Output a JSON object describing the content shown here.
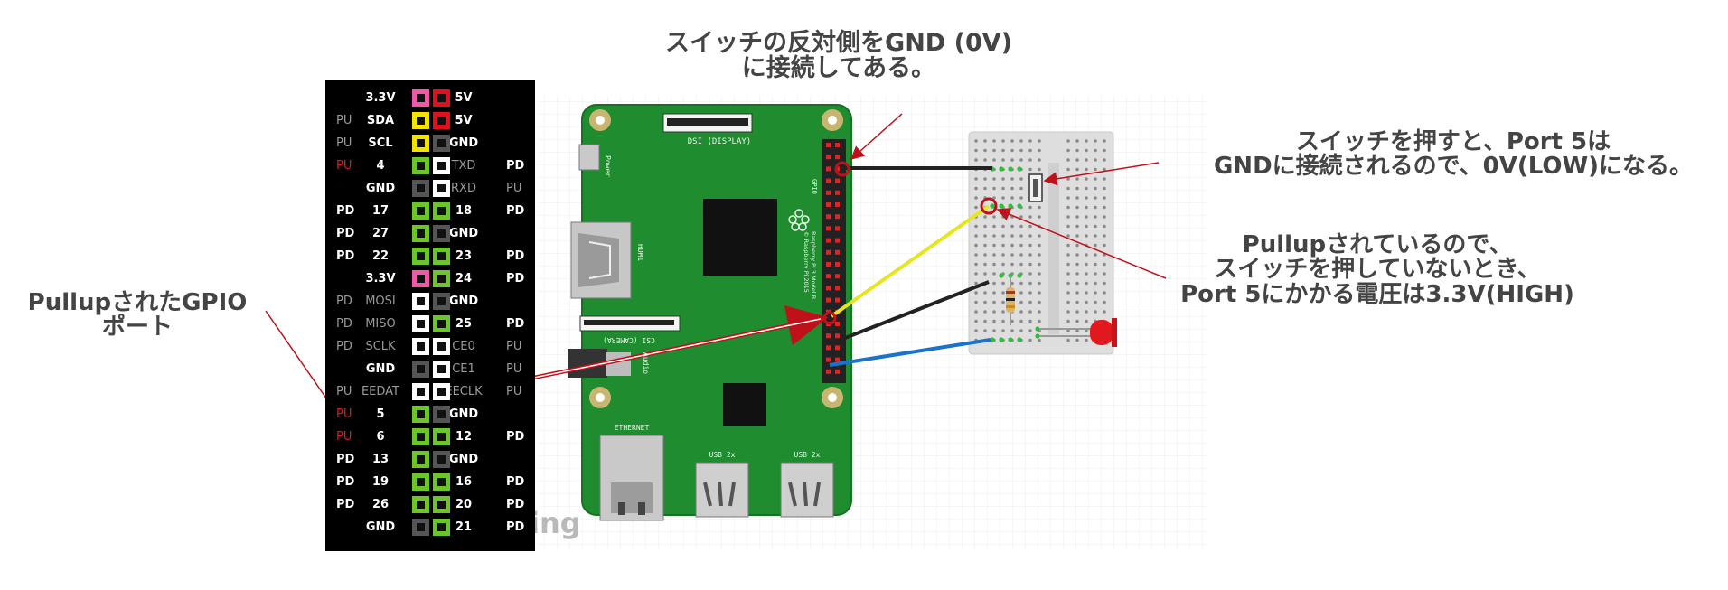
{
  "annotations": {
    "gnd": [
      "スイッチの反対側をGND (0V)",
      "に接続してある。"
    ],
    "pressed": [
      "スイッチを押すと、Port 5は",
      "GNDに接続されるので、0V(LOW)になる。"
    ],
    "pullup": [
      "Pullupされているので、",
      "スイッチを押していないとき、",
      "Port 5にかかる電圧は3.3V(HIGH)"
    ],
    "gpio": [
      "PullupされたGPIO",
      "ポート"
    ]
  },
  "board_labels": {
    "dsi": "DSI (DISPLAY)",
    "power": "Power",
    "hdmi": "HDMI",
    "csi": "CSI (CAMERA)",
    "audio": "Audio",
    "ethernet": "ETHERNET",
    "usb1": "USB 2x",
    "usb2": "USB 2x",
    "gpio": "GPIO",
    "model": "Raspberry Pi 3 Model B",
    "copyright": "© Raspberry Pi 2015"
  },
  "watermark": "ing",
  "pinout": [
    {
      "l_tag": "",
      "l_name": "3.3V",
      "sq1": "pink",
      "sq2": "red",
      "r_name": "5V",
      "r_tag": ""
    },
    {
      "l_tag": "PU",
      "l_name": "SDA",
      "sq1": "yellow",
      "sq2": "red",
      "r_name": "5V",
      "r_tag": ""
    },
    {
      "l_tag": "PU",
      "l_name": "SCL",
      "sq1": "yellow",
      "sq2": "gray",
      "r_name": "GND",
      "r_tag": ""
    },
    {
      "l_tag": "PU",
      "l_name": "4",
      "sq1": "green",
      "sq2": "white",
      "r_name": "TXD",
      "r_tag": "PD"
    },
    {
      "l_tag": "",
      "l_name": "GND",
      "sq1": "gray",
      "sq2": "white",
      "r_name": "RXD",
      "r_tag": "PU"
    },
    {
      "l_tag": "PD",
      "l_name": "17",
      "sq1": "green",
      "sq2": "green",
      "r_name": "18",
      "r_tag": "PD"
    },
    {
      "l_tag": "PD",
      "l_name": "27",
      "sq1": "green",
      "sq2": "gray",
      "r_name": "GND",
      "r_tag": ""
    },
    {
      "l_tag": "PD",
      "l_name": "22",
      "sq1": "green",
      "sq2": "green",
      "r_name": "23",
      "r_tag": "PD"
    },
    {
      "l_tag": "",
      "l_name": "3.3V",
      "sq1": "pink",
      "sq2": "green",
      "r_name": "24",
      "r_tag": "PD"
    },
    {
      "l_tag": "PD",
      "l_name": "MOSI",
      "sq1": "white",
      "sq2": "gray",
      "r_name": "GND",
      "r_tag": ""
    },
    {
      "l_tag": "PD",
      "l_name": "MISO",
      "sq1": "white",
      "sq2": "green",
      "r_name": "25",
      "r_tag": "PD"
    },
    {
      "l_tag": "PD",
      "l_name": "SCLK",
      "sq1": "white",
      "sq2": "white",
      "r_name": "CE0",
      "r_tag": "PU"
    },
    {
      "l_tag": "",
      "l_name": "GND",
      "sq1": "gray",
      "sq2": "white",
      "r_name": "CE1",
      "r_tag": "PU"
    },
    {
      "l_tag": "PU",
      "l_name": "EEDAT",
      "sq1": "white",
      "sq2": "white",
      "r_name": "EECLK",
      "r_tag": "PU"
    },
    {
      "l_tag": "PU",
      "l_name": "5",
      "sq1": "green",
      "sq2": "gray",
      "r_name": "GND",
      "r_tag": ""
    },
    {
      "l_tag": "PU",
      "l_name": "6",
      "sq1": "green",
      "sq2": "green",
      "r_name": "12",
      "r_tag": "PD"
    },
    {
      "l_tag": "PD",
      "l_name": "13",
      "sq1": "green",
      "sq2": "gray",
      "r_name": "GND",
      "r_tag": ""
    },
    {
      "l_tag": "PD",
      "l_name": "19",
      "sq1": "green",
      "sq2": "green",
      "r_name": "16",
      "r_tag": "PD"
    },
    {
      "l_tag": "PD",
      "l_name": "26",
      "sq1": "green",
      "sq2": "green",
      "r_name": "20",
      "r_tag": "PD"
    },
    {
      "l_tag": "",
      "l_name": "GND",
      "sq1": "gray",
      "sq2": "green",
      "r_name": "21",
      "r_tag": "PD"
    }
  ],
  "pinout_styles": {
    "square_colors": {
      "pink": "#ef5aa6",
      "red": "#e0101d",
      "yellow": "#f2e300",
      "green": "#6cc62b",
      "white": "#ffffff",
      "gray": "#555555"
    },
    "tag_dim_rows": [
      1,
      2,
      4,
      9,
      10,
      11,
      12,
      13
    ],
    "tag_red_rows": [
      3,
      14,
      15
    ],
    "name_dim_rows": [
      9,
      10,
      11,
      13
    ],
    "rname_dim_rows": [
      3,
      4,
      11,
      12,
      13
    ]
  },
  "colors": {
    "board": "#1e8c2f",
    "board_edge": "#186f26",
    "annotation_red": "#c0101a",
    "wire_black": "#222222",
    "wire_yellow": "#e6e620",
    "wire_blue": "#1a73c9",
    "led": "#e0191e",
    "breadboard": "#dedede"
  }
}
